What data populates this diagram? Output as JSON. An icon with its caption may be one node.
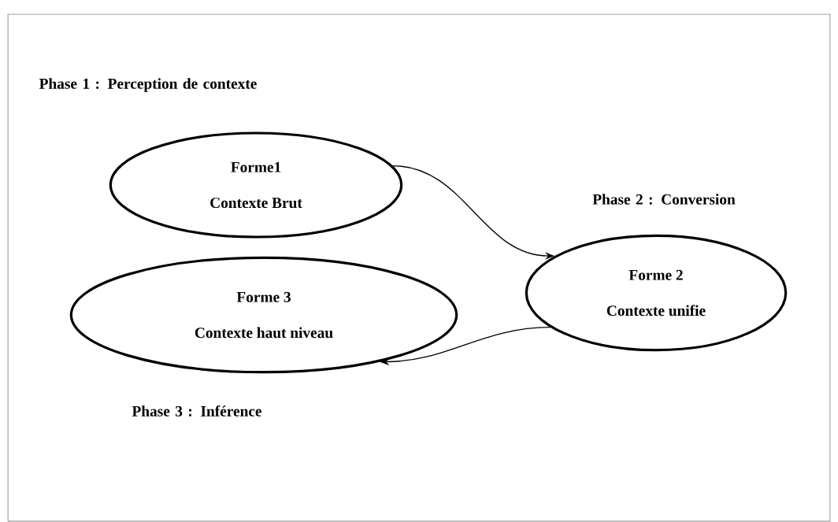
{
  "diagram": {
    "nodes": [
      {
        "text": [
          "Forme1",
          "Contexte Brut"
        ]
      },
      {
        "text": [
          "Forme 2",
          "Contexte unifie"
        ]
      },
      {
        "text": [
          "Forme 3",
          "Contexte haut niveau"
        ]
      }
    ],
    "edges": [
      {
        "from": 0,
        "to": 1,
        "arrow": "to"
      },
      {
        "from": 1,
        "to": 2,
        "arrow": "to"
      }
    ],
    "labels": [
      "Phase 1 : Perception de contexte",
      "Phase 2 : Conversion",
      "Phase 3 : Inférence"
    ]
  }
}
